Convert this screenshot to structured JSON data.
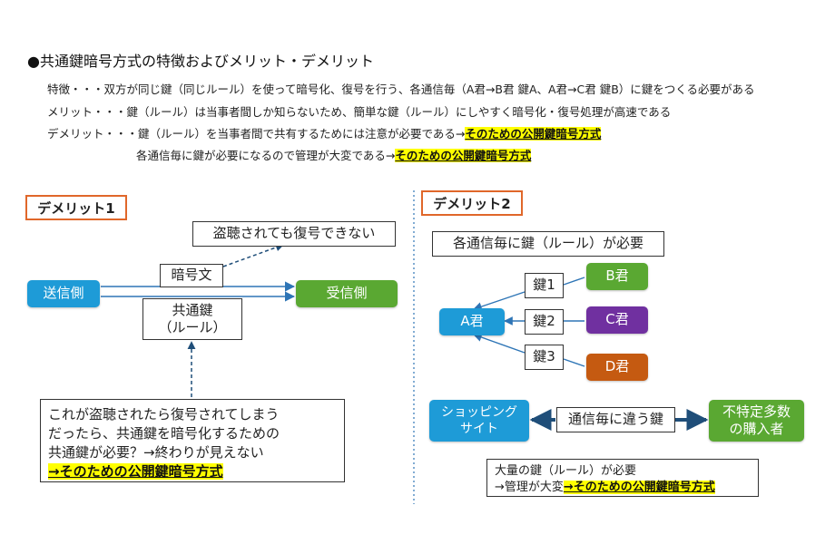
{
  "header": {
    "title": "●共通鍵暗号方式の特徴およびメリット・デメリット",
    "feature": "特徴・・・双方が同じ鍵（同じルール）を使って暗号化、復号を行う、各通信毎（A君→B君 鍵A、A君→C君 鍵B）に鍵をつくる必要がある",
    "merit": "メリット・・・鍵（ルール）は当事者間しか知らないため、簡単な鍵（ルール）にしやすく暗号化・復号処理が高速である",
    "demerit1_text": "デメリット・・・鍵（ルール）を当事者間で共有するためには注意が必要である→",
    "demerit1_highlight": "そのための公開鍵暗号方式",
    "demerit2_text": "各通信毎に鍵が必要になるので管理が大変である→",
    "demerit2_highlight": "そのための公開鍵暗号方式"
  },
  "colors": {
    "blue": "#1e9bd7",
    "green": "#5aa832",
    "purple": "#7030a0",
    "orange": "#c55a11",
    "label_border": "#e0672a",
    "navy": "#1f4e79",
    "highlight": "#ffff00"
  },
  "left": {
    "label": "デメリット1",
    "eavesdrop_note": "盗聴されても復号できない",
    "sender": "送信側",
    "receiver": "受信側",
    "ciphertext": "暗号文",
    "common_key": "共通鍵\n（ルール）",
    "note_text": "これが盗聴されたら復号されてしまう\nだったら、共通鍵を暗号化するための\n共通鍵が必要？→終わりが見えない",
    "note_highlight": "→そのための公開鍵暗号方式"
  },
  "right": {
    "label": "デメリット2",
    "header_box": "各通信毎に鍵（ルール）が必要",
    "a_kun": "A君",
    "b_kun": "B君",
    "c_kun": "C君",
    "d_kun": "D君",
    "key1": "鍵1",
    "key2": "鍵2",
    "key3": "鍵3",
    "shop": "ショッピング\nサイト",
    "keys_each": "通信毎に違う鍵",
    "buyers": "不特定多数\nの購入者",
    "bottom_line1": "大量の鍵（ルール）が必要",
    "bottom_line2": "→管理が大変",
    "bottom_highlight": "→そのための公開鍵暗号方式"
  }
}
